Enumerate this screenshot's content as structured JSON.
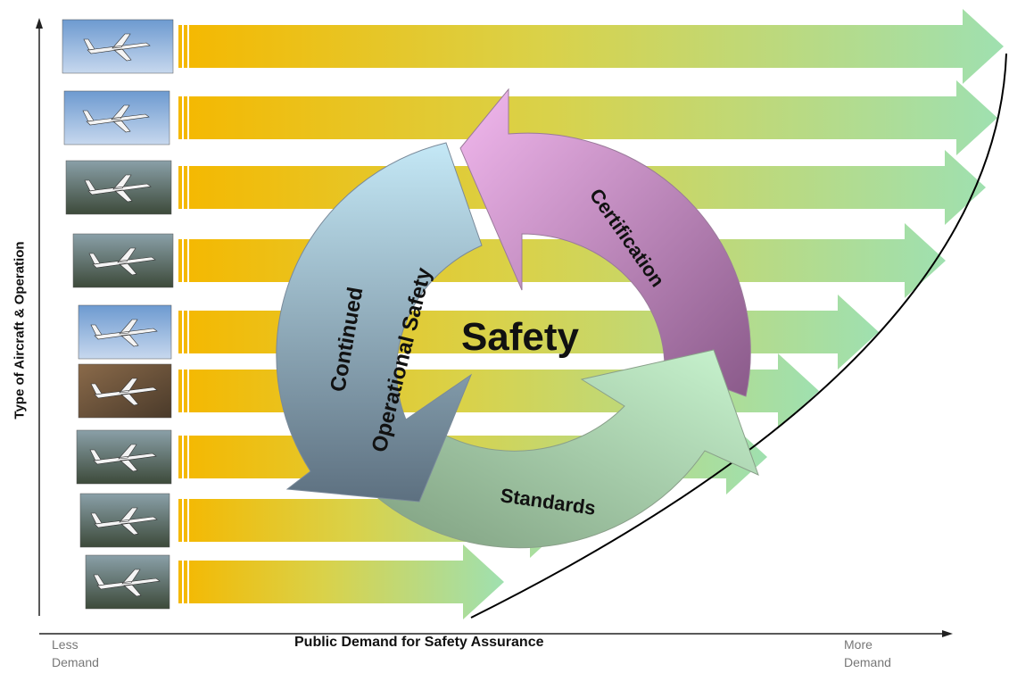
{
  "y_axis_title": "Type of Aircraft & Operation",
  "x_axis_title": "Public Demand for Safety Assurance",
  "x_axis_left": [
    "Less",
    "Demand"
  ],
  "x_axis_right": [
    "More",
    "Demand"
  ],
  "center_label": "Safety",
  "cycle": {
    "certification": "Certification",
    "standards": "Standards",
    "continued_line1": "Continued",
    "continued_line2": "Operational Safety"
  },
  "aircraft_icons": [
    "airliner-photo-icon",
    "business-jet-photo-icon",
    "turboprop-photo-icon",
    "light-jet-photo-icon",
    "very-light-jet-photo-icon",
    "piston-single-photo-icon",
    "light-sport-photo-icon",
    "homebuilt-photo-icon",
    "ramp-photo-icon"
  ],
  "colors": {
    "band_start": "#f5b800",
    "band_end": "#9fe0b0",
    "certification": "#d39ad0",
    "standards": "#b9ecc0",
    "continued": "#a9d9ec",
    "curve": "#000000"
  }
}
